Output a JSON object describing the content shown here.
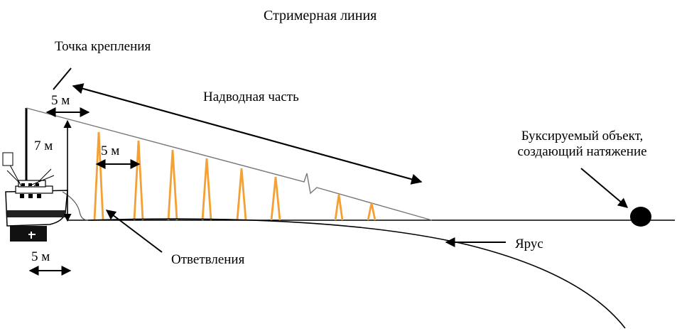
{
  "title": "Стримерная линия",
  "labels": {
    "attachment_point": "Точка крепления",
    "above_water_part": "Надводная часть",
    "towed_object_line1": "Буксируемый объект,",
    "towed_object_line2": "создающий натяжение",
    "longline": "Ярус",
    "branches": "Ответвления",
    "dist_5m_top": "5 м",
    "height_7m": "7 м",
    "spacing_5m": "5 м",
    "dist_5m_bottom": "5 м"
  },
  "colors": {
    "streamer_orange": "#f5a033",
    "line": "#000000"
  },
  "counts": {
    "streamers": 8
  }
}
